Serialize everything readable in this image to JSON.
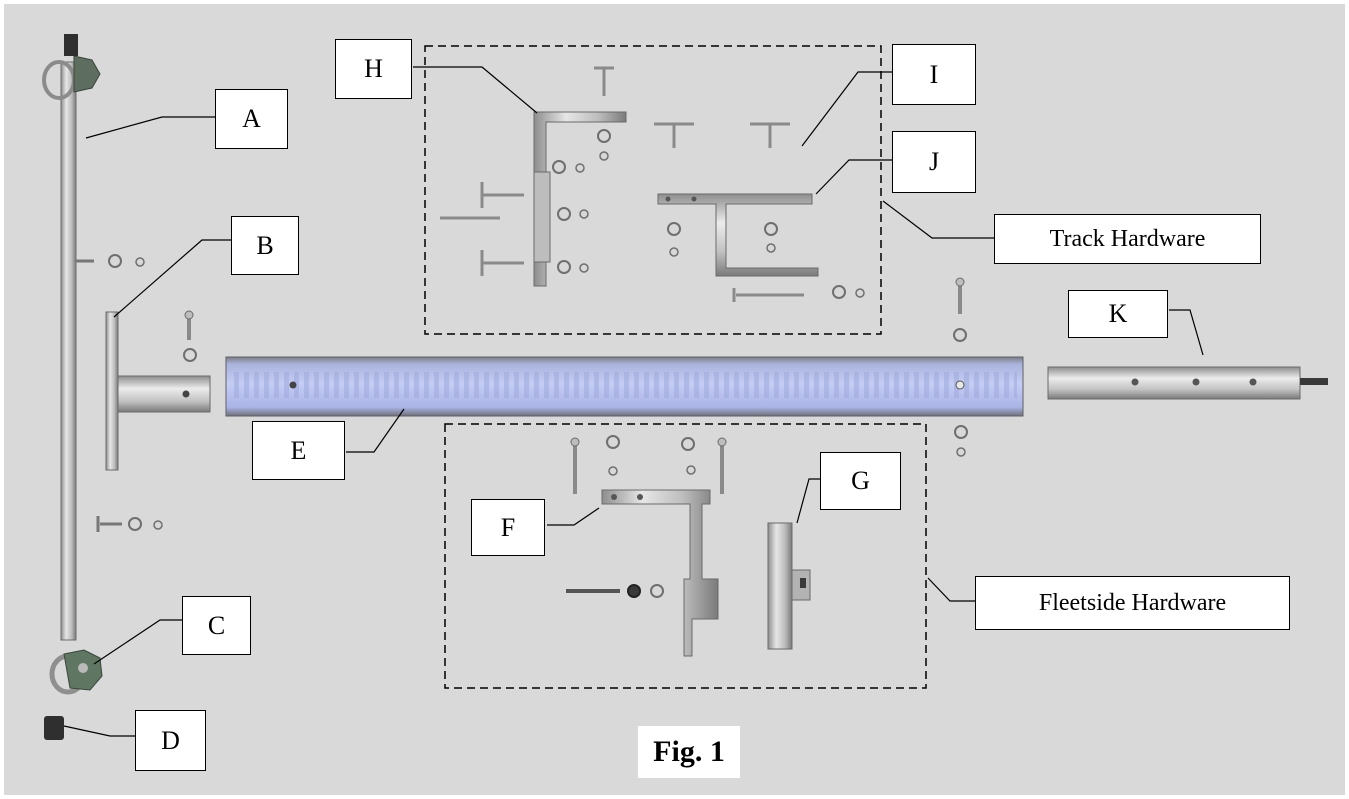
{
  "parts": {
    "A": "A",
    "B": "B",
    "C": "C",
    "D": "D",
    "E": "E",
    "F": "F",
    "G": "G",
    "H": "H",
    "I": "I",
    "J": "J",
    "K": "K"
  },
  "groups": {
    "track": "Track Hardware",
    "fleetside": "Fleetside Hardware"
  },
  "caption": "Fig. 1",
  "colors": {
    "background": "#d9d9d9",
    "metal": "#c9c9c9",
    "track_blue": "#b8c4f0",
    "knob_green": "#6f8a72"
  }
}
